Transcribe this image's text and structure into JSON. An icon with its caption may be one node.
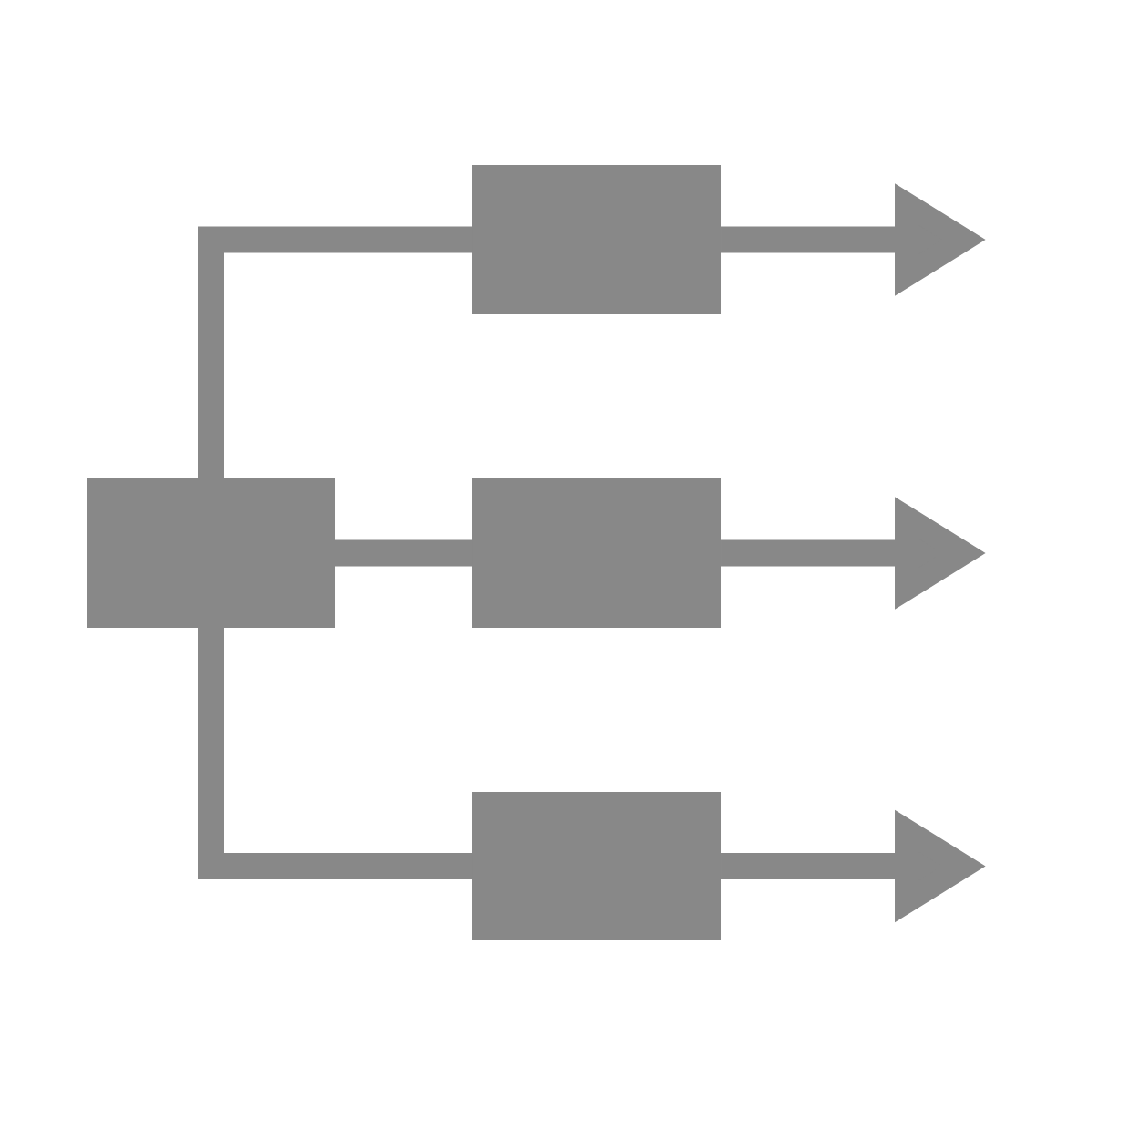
{
  "diagram": {
    "nodes": [
      {
        "text": [],
        "shape": "box"
      },
      {
        "text": [],
        "shape": "box"
      },
      {
        "text": [],
        "shape": "box"
      },
      {
        "text": [],
        "shape": "box"
      }
    ],
    "edges": [
      {
        "from": 0,
        "to": 1,
        "arrow": "none"
      },
      {
        "from": 0,
        "to": 2,
        "arrow": "none"
      },
      {
        "from": 0,
        "to": 3,
        "arrow": "none"
      },
      {
        "from": 1,
        "to": null,
        "arrow": "to"
      },
      {
        "from": 2,
        "to": null,
        "arrow": "to"
      },
      {
        "from": 3,
        "to": null,
        "arrow": "to"
      }
    ]
  }
}
